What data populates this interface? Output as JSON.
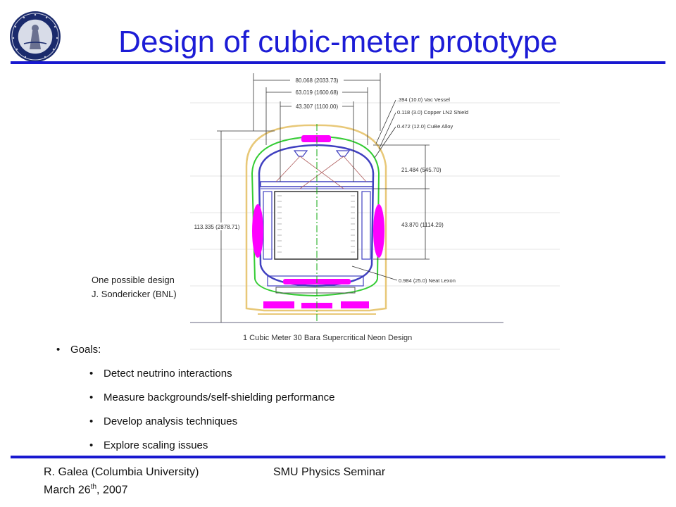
{
  "slide": {
    "title": "Design of cubic-meter prototype"
  },
  "drawing": {
    "dimensions": {
      "outer_width": "80.068 (2033.73)",
      "mid_width": "63.019 (1600.68)",
      "inner_width": "43.307 (1100.00)",
      "height_total": "113.335 (2878.71)",
      "height_upper": "21.484 (545.70)",
      "height_active": "43.870 (1114.29)"
    },
    "callouts": {
      "vac_vessel": ".394 (10.0) Vac Vessel",
      "ln2_shield": "0.118 (3.0) Copper LN2 Shield",
      "cube_alloy": "0.472 (12.0) CuBe Alloy",
      "neat_lexon": "0.984 (25.0) Neat Lexon"
    },
    "footer_label": "1 Cubic Meter 30 Bara Supercritical Neon Design",
    "colors": {
      "vessel": "#e8c878",
      "shield": "#33cc33",
      "inner": "#4040c0",
      "pads": "#ff00ff",
      "centerline": "#11aa11",
      "dim": "#333333"
    }
  },
  "caption": {
    "line1": "One possible design",
    "line2": "J. Sondericker (BNL)"
  },
  "goals": {
    "heading": "Goals:",
    "bullet_glyph": "•",
    "items": [
      "Detect neutrino interactions",
      "Measure backgrounds/self-shielding performance",
      "Develop analysis techniques",
      "Explore scaling issues"
    ]
  },
  "footer": {
    "author": "R. Galea (Columbia University)",
    "date_prefix": "March 26",
    "date_sup": "th",
    "date_suffix": ", 2007",
    "event": "SMU Physics Seminar"
  },
  "logo": {
    "icon": "university-seal-icon",
    "colors": {
      "ring": "#1a2a6c",
      "inner": "#d8dce8"
    }
  }
}
